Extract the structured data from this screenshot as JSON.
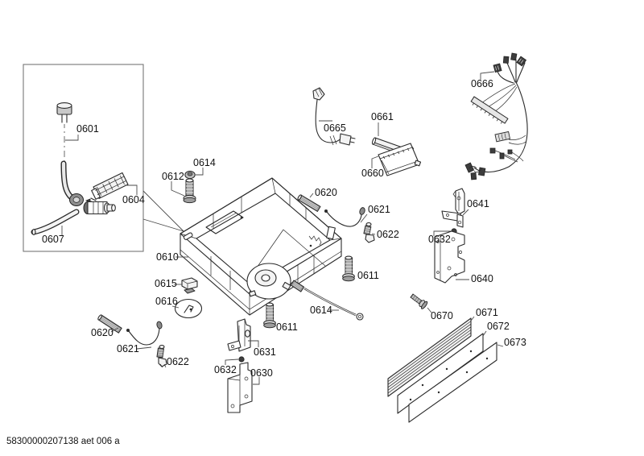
{
  "document": {
    "footer_code": "58300000207138 aet 006 a"
  },
  "colors": {
    "background": "#ffffff",
    "line": "#2a2a2a",
    "label": "#111111"
  },
  "diagram": {
    "type": "exploded-parts-diagram",
    "labels": [
      {
        "text": "0601"
      },
      {
        "text": "0604"
      },
      {
        "text": "0607"
      },
      {
        "text": "0612"
      },
      {
        "text": "0614"
      },
      {
        "text": "0610"
      },
      {
        "text": "0615"
      },
      {
        "text": "0616"
      },
      {
        "text": "0620"
      },
      {
        "text": "0621"
      },
      {
        "text": "0622"
      },
      {
        "text": "0611"
      },
      {
        "text": "0631"
      },
      {
        "text": "0632"
      },
      {
        "text": "0630"
      },
      {
        "text": "0614"
      },
      {
        "text": "0611"
      },
      {
        "text": "0620"
      },
      {
        "text": "0621"
      },
      {
        "text": "0622"
      },
      {
        "text": "0665"
      },
      {
        "text": "0661"
      },
      {
        "text": "0660"
      },
      {
        "text": "0666"
      },
      {
        "text": "0641"
      },
      {
        "text": "0632"
      },
      {
        "text": "0640"
      },
      {
        "text": "0670"
      },
      {
        "text": "0671"
      },
      {
        "text": "0672"
      },
      {
        "text": "0673"
      }
    ]
  }
}
